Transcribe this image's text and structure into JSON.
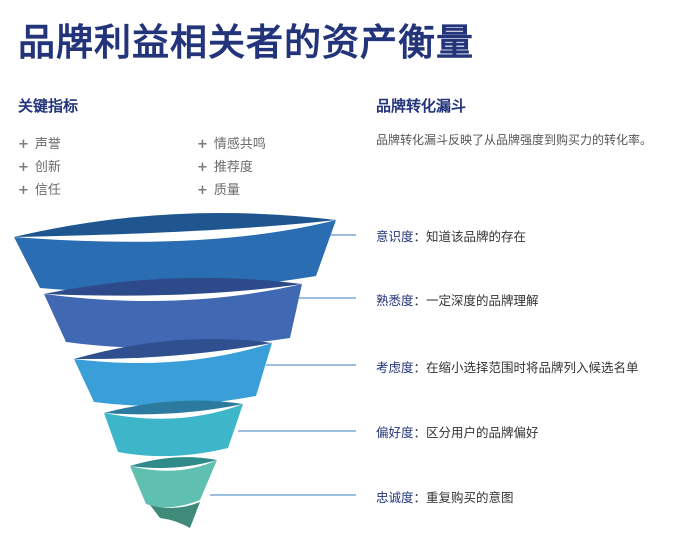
{
  "title": "品牌利益相关者的资产衡量",
  "metrics": {
    "heading": "关键指标",
    "col1": [
      "声誉",
      "创新",
      "信任"
    ],
    "col2": [
      "情感共鸣",
      "推荐度",
      "质量"
    ]
  },
  "funnel": {
    "heading": "品牌转化漏斗",
    "description": "品牌转化漏斗反映了从品牌强度到购买力的转化率。",
    "stages": [
      {
        "name": "意识度",
        "text": "知道该品牌的存在",
        "color": "#2a6db2"
      },
      {
        "name": "熟悉度",
        "text": "一定深度的品牌理解",
        "color": "#4168b3"
      },
      {
        "name": "考虑度",
        "text": "在缩小选择范围时将品牌列入候选名单",
        "color": "#3a9fd8"
      },
      {
        "name": "偏好度",
        "text": "区分用户的品牌偏好",
        "color": "#3db6c9"
      },
      {
        "name": "忠诚度",
        "text": "重复购买的意图",
        "color": "#5fbfb0"
      }
    ]
  }
}
